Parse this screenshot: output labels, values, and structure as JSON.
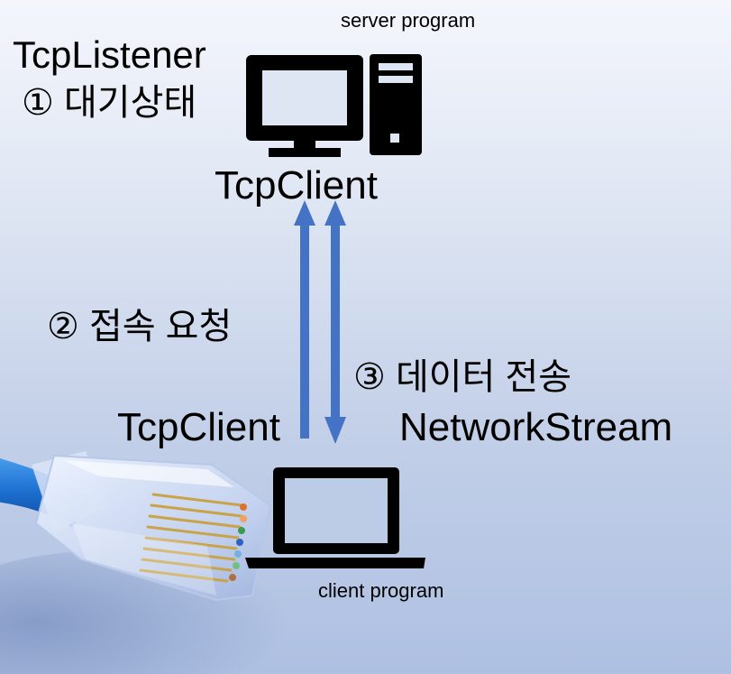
{
  "server": {
    "program_label": "server program",
    "listener_title": "TcpListener",
    "step1": "① 대기상태",
    "client_label": "TcpClient",
    "icon": "desktop-computer-icon"
  },
  "arrows": {
    "step2": "② 접속 요청",
    "step3": "③ 데이터 전송",
    "arrow_color": "#4472c4"
  },
  "client": {
    "tcp_label": "TcpClient",
    "stream_label": "NetworkStream",
    "program_label": "client program",
    "icon": "laptop-icon"
  },
  "decor": {
    "cable": "ethernet-cable-icon"
  }
}
